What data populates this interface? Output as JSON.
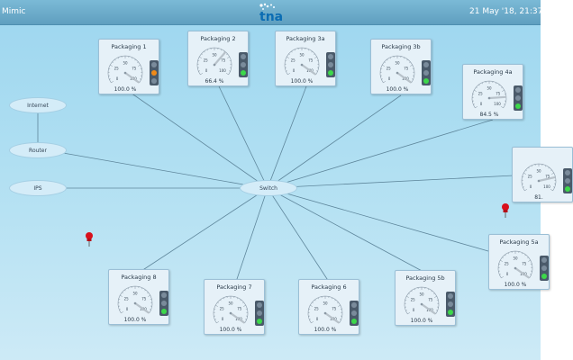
{
  "app": {
    "title": "Mimic",
    "datetime": "21 May '18, 21:37",
    "logo_text": "tna"
  },
  "network": [
    {
      "id": "internet",
      "label": "Internet"
    },
    {
      "id": "router",
      "label": "Router"
    },
    {
      "id": "ips",
      "label": "IPS"
    },
    {
      "id": "switch",
      "label": "Switch"
    }
  ],
  "gauge_scale": [
    "0",
    "25",
    "50",
    "75",
    "100"
  ],
  "machines": [
    {
      "id": "p1",
      "name": "Packaging 1",
      "value_text": "100.0 %",
      "value": 100,
      "status": "amber"
    },
    {
      "id": "p2",
      "name": "Packaging 2",
      "value_text": "66.4 %",
      "value": 66.4,
      "status": "green"
    },
    {
      "id": "p3a",
      "name": "Packaging 3a",
      "value_text": "100.0 %",
      "value": 100,
      "status": "green"
    },
    {
      "id": "p3b",
      "name": "Packaging 3b",
      "value_text": "100.0 %",
      "value": 100,
      "status": "green"
    },
    {
      "id": "p4a",
      "name": "Packaging 4a",
      "value_text": "84.5 %",
      "value": 84.5,
      "status": "green"
    },
    {
      "id": "p4b",
      "name": "",
      "value_text": "81.",
      "value": 81,
      "status": "green"
    },
    {
      "id": "p5a",
      "name": "Packaging 5a",
      "value_text": "100.0 %",
      "value": 100,
      "status": "green"
    },
    {
      "id": "p5b",
      "name": "Packaging 5b",
      "value_text": "100.0 %",
      "value": 100,
      "status": "green"
    },
    {
      "id": "p6",
      "name": "Packaging 6",
      "value_text": "100.0 %",
      "value": 100,
      "status": "green"
    },
    {
      "id": "p7",
      "name": "Packaging 7",
      "value_text": "100.0 %",
      "value": 100,
      "status": "green"
    },
    {
      "id": "p8",
      "name": "Packaging 8",
      "value_text": "100.0 %",
      "value": 100,
      "status": "green"
    }
  ],
  "colors": {
    "lamp_on": "#3cd84a",
    "lamp_warn": "#f08a18",
    "lamp_off": "#7a8b9b",
    "background": "#b7e2f3"
  }
}
